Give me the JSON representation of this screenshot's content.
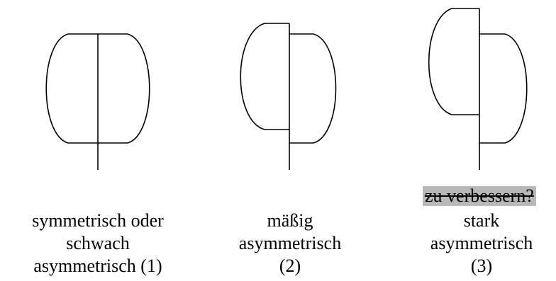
{
  "diagram": {
    "shapes": [
      {
        "id": 1,
        "type": "symmetric",
        "caption_lines": [
          "symmetrisch oder",
          "schwach",
          "asymmetrisch (1)"
        ]
      },
      {
        "id": 2,
        "type": "moderately-asymmetric",
        "caption_lines": [
          "mäßig",
          "asymmetrisch",
          "(2)"
        ]
      },
      {
        "id": 3,
        "type": "strongly-asymmetric",
        "caption_lines": [
          "stark",
          "asymmetrisch",
          "(3)"
        ]
      }
    ],
    "annotation": {
      "text": "zu verbessern?",
      "style": "strikethrough-highlight",
      "highlight_color": "#b8b8b8"
    }
  }
}
